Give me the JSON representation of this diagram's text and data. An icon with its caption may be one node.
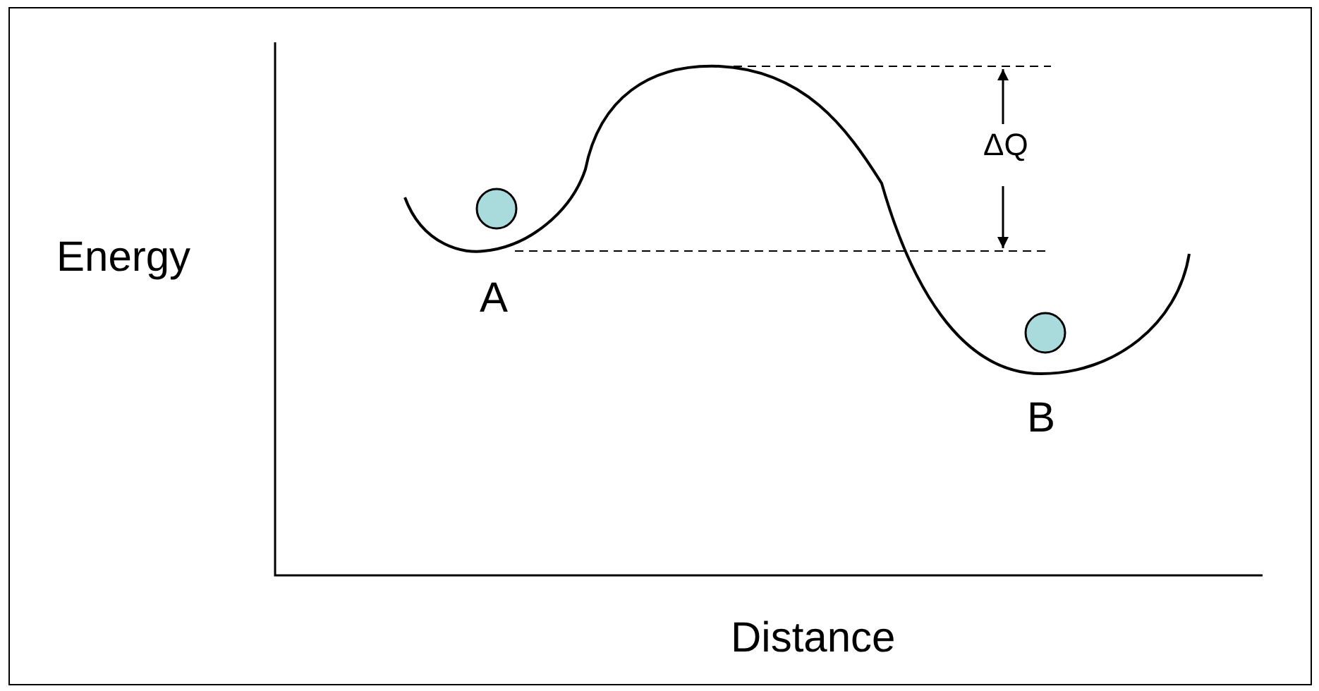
{
  "diagram": {
    "labels": [
      "ΔQ",
      "Energy",
      "A",
      "B",
      "Distance"
    ]
  }
}
